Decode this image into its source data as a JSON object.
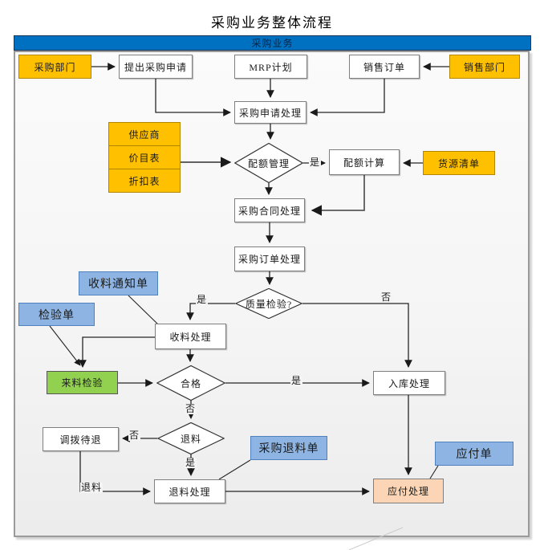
{
  "title": "采购业务整体流程",
  "header": {
    "label": "采购业务"
  },
  "colors": {
    "header_blue": "#0070C0",
    "box_orange": "#FFC000",
    "note_blue": "#8DB4E2",
    "green": "#92D050",
    "peach": "#FBD5B5"
  },
  "nodes": {
    "purchase_dept": {
      "label": "采购部门"
    },
    "submit_request": {
      "label": "提出采购申请"
    },
    "mrp_plan": {
      "label": "MRP计划"
    },
    "sales_order": {
      "label": "销售订单"
    },
    "sales_dept": {
      "label": "销售部门"
    },
    "request_processing": {
      "label": "采购申请处理"
    },
    "supplier": {
      "label": "供应商"
    },
    "price_list": {
      "label": "价目表"
    },
    "discount_table": {
      "label": "折扣表"
    },
    "quota_mgmt": {
      "label": "配额管理"
    },
    "quota_calc": {
      "label": "配额计算"
    },
    "source_list": {
      "label": "货源清单"
    },
    "contract_processing": {
      "label": "采购合同处理"
    },
    "order_processing": {
      "label": "采购订单处理"
    },
    "quality_check": {
      "label": "质量检验?"
    },
    "receipt_notice": {
      "label": "收料通知单"
    },
    "inspection_slip": {
      "label": "检验单"
    },
    "receipt_processing": {
      "label": "收料处理"
    },
    "incoming_inspection": {
      "label": "来料检验"
    },
    "qualified": {
      "label": "合格"
    },
    "warehouse_processing": {
      "label": "入库处理"
    },
    "return_material": {
      "label": "退料"
    },
    "transfer_pending": {
      "label": "调拨待退"
    },
    "return_processing": {
      "label": "退料处理"
    },
    "purchase_return_slip": {
      "label": "采购退料单"
    },
    "payable_slip": {
      "label": "应付单"
    },
    "payable_processing": {
      "label": "应付处理"
    }
  },
  "edge_labels": {
    "quota_yes": "是",
    "quality_yes": "是",
    "quality_no": "否",
    "qualified_yes": "是",
    "qualified_no": "否",
    "return_no": "否",
    "return_yes": "是",
    "return_text": "退料"
  }
}
